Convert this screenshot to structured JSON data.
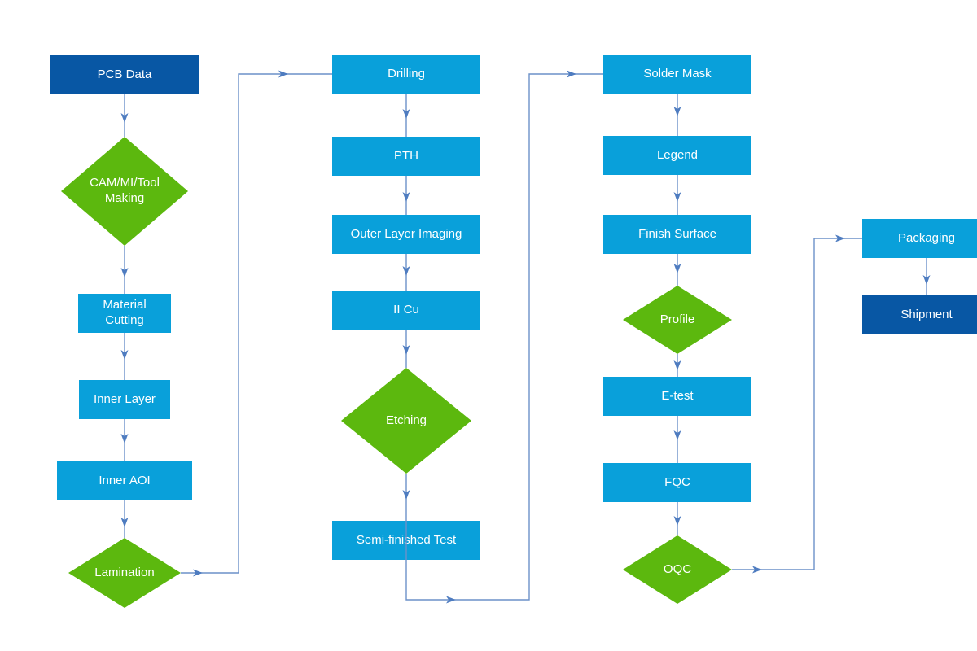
{
  "type": "flowchart",
  "subject": "PCB manufacturing process flow",
  "colors": {
    "process_box": "#09A0DA",
    "start_end_box": "#0857A4",
    "decision_diamond": "#5CB80E",
    "connector_line": "#6C91C9",
    "arrowhead": "#4E7CC0",
    "label_text": "#FFFFFF",
    "background": "#FFFFFF"
  },
  "nodes": [
    {
      "id": "pcb-data",
      "label": "PCB Data",
      "shape": "rectangle",
      "style": "dark"
    },
    {
      "id": "cam-mi-tool-making",
      "label": "CAM/MI/Tool Making",
      "shape": "diamond",
      "style": "green"
    },
    {
      "id": "material-cutting",
      "label": "Material Cutting",
      "shape": "rectangle",
      "style": "light"
    },
    {
      "id": "inner-layer",
      "label": "Inner Layer",
      "shape": "rectangle",
      "style": "light"
    },
    {
      "id": "inner-aoi",
      "label": "Inner AOI",
      "shape": "rectangle",
      "style": "light"
    },
    {
      "id": "lamination",
      "label": "Lamination",
      "shape": "diamond",
      "style": "green"
    },
    {
      "id": "drilling",
      "label": "Drilling",
      "shape": "rectangle",
      "style": "light"
    },
    {
      "id": "pth",
      "label": "PTH",
      "shape": "rectangle",
      "style": "light"
    },
    {
      "id": "outer-layer-imaging",
      "label": "Outer Layer Imaging",
      "shape": "rectangle",
      "style": "light"
    },
    {
      "id": "ii-cu",
      "label": "II Cu",
      "shape": "rectangle",
      "style": "light"
    },
    {
      "id": "etching",
      "label": "Etching",
      "shape": "diamond",
      "style": "green"
    },
    {
      "id": "semi-finished-test",
      "label": "Semi-finished Test",
      "shape": "rectangle",
      "style": "light"
    },
    {
      "id": "solder-mask",
      "label": "Solder Mask",
      "shape": "rectangle",
      "style": "light"
    },
    {
      "id": "legend",
      "label": "Legend",
      "shape": "rectangle",
      "style": "light"
    },
    {
      "id": "finish-surface",
      "label": "Finish Surface",
      "shape": "rectangle",
      "style": "light"
    },
    {
      "id": "profile",
      "label": "Profile",
      "shape": "diamond",
      "style": "green"
    },
    {
      "id": "e-test",
      "label": "E-test",
      "shape": "rectangle",
      "style": "light"
    },
    {
      "id": "fqc",
      "label": "FQC",
      "shape": "rectangle",
      "style": "light"
    },
    {
      "id": "oqc",
      "label": "OQC",
      "shape": "diamond",
      "style": "green"
    },
    {
      "id": "packaging",
      "label": "Packaging",
      "shape": "rectangle",
      "style": "light"
    },
    {
      "id": "shipment",
      "label": "Shipment",
      "shape": "rectangle",
      "style": "dark"
    }
  ],
  "edges": [
    {
      "from": "pcb-data",
      "to": "cam-mi-tool-making"
    },
    {
      "from": "cam-mi-tool-making",
      "to": "material-cutting"
    },
    {
      "from": "material-cutting",
      "to": "inner-layer"
    },
    {
      "from": "inner-layer",
      "to": "inner-aoi"
    },
    {
      "from": "inner-aoi",
      "to": "lamination"
    },
    {
      "from": "lamination",
      "to": "drilling"
    },
    {
      "from": "drilling",
      "to": "pth"
    },
    {
      "from": "pth",
      "to": "outer-layer-imaging"
    },
    {
      "from": "outer-layer-imaging",
      "to": "ii-cu"
    },
    {
      "from": "ii-cu",
      "to": "etching"
    },
    {
      "from": "etching",
      "to": "semi-finished-test"
    },
    {
      "from": "semi-finished-test",
      "to": "solder-mask"
    },
    {
      "from": "solder-mask",
      "to": "legend"
    },
    {
      "from": "legend",
      "to": "finish-surface"
    },
    {
      "from": "finish-surface",
      "to": "profile"
    },
    {
      "from": "profile",
      "to": "e-test"
    },
    {
      "from": "e-test",
      "to": "fqc"
    },
    {
      "from": "fqc",
      "to": "oqc"
    },
    {
      "from": "oqc",
      "to": "packaging"
    },
    {
      "from": "packaging",
      "to": "shipment"
    }
  ]
}
